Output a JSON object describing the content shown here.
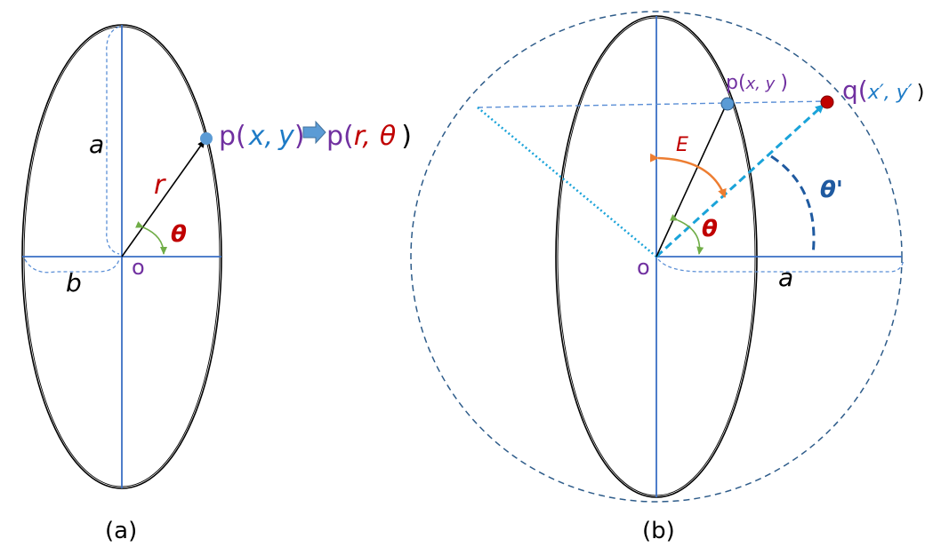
{
  "panel_a": {
    "caption": "(a)",
    "origin": "o",
    "semi_major": "a",
    "semi_minor": "b",
    "radius": "r",
    "angle": "θ",
    "point": {
      "prefix": "p(",
      "x": "x,",
      "y": "y",
      "suffix": ")"
    },
    "polar": {
      "prefix": "p(",
      "r": "r,",
      "theta": "θ",
      "suffix": ")"
    }
  },
  "panel_b": {
    "caption": "(b)",
    "origin": "o",
    "semi_major": "a",
    "eccentric_angle": "E",
    "angle": "θ",
    "angle_prime": "θ'",
    "point_p": {
      "prefix": "p(",
      "coords": "x, y",
      "suffix": ")"
    },
    "point_q": {
      "prefix": "q(",
      "coords": "x′, y′",
      "suffix": ")"
    }
  },
  "colors": {
    "axis": "#3a6fc4",
    "dashed": "#5b8fd6",
    "circle": "#2e5c8a",
    "point_p": "#5b9bd5",
    "point_q": "#c00000",
    "angle_red": "#c00000",
    "angle_green": "#70ad47",
    "arc_orange": "#ed7d31",
    "cyan": "#1aa3d9",
    "purple": "#7030a0",
    "arrow_block": "#5b9bd5"
  }
}
